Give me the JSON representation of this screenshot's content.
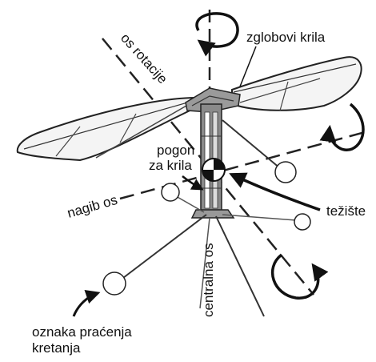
{
  "labels": {
    "os_rotacije": "os rotacije",
    "zglobovi_krila": "zglobovi krila",
    "pogon_line1": "pogon",
    "pogon_line2": "za krila",
    "tezistse": "težište",
    "nagib_os": "nagib os",
    "centralna_os": "centralna os",
    "oznaka_line1": "oznaka praćenja",
    "oznaka_line2": "kretanja"
  },
  "colors": {
    "ink": "#111111",
    "wing_fill": "#f4f4f4",
    "body_gray": "#8a8a8a",
    "marker_fill": "#ffffff"
  }
}
